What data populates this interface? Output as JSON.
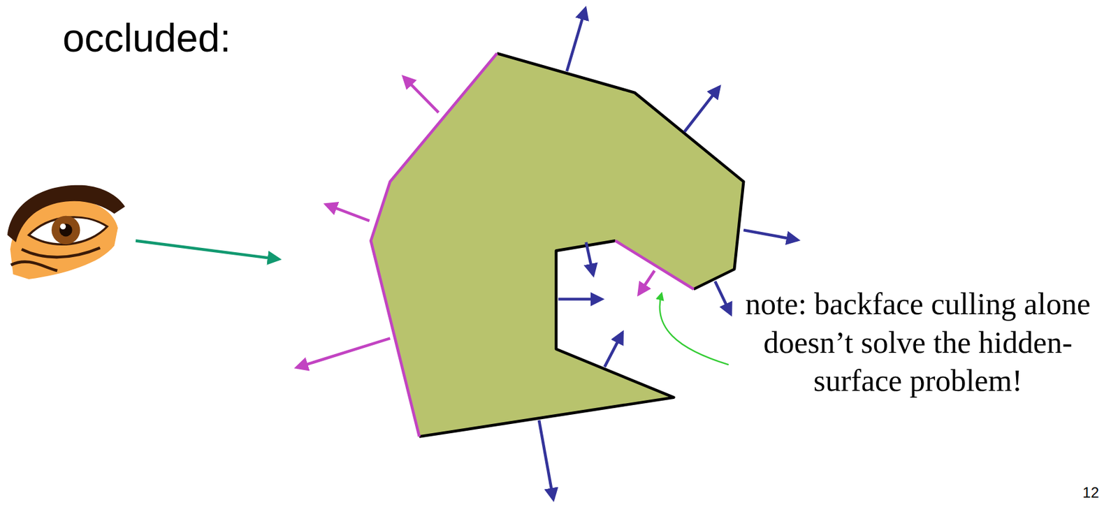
{
  "diagram": {
    "labels": [
      "occluded:",
      "note: backface culling alone doesn’t solve the hidden-surface problem!",
      "12"
    ]
  }
}
